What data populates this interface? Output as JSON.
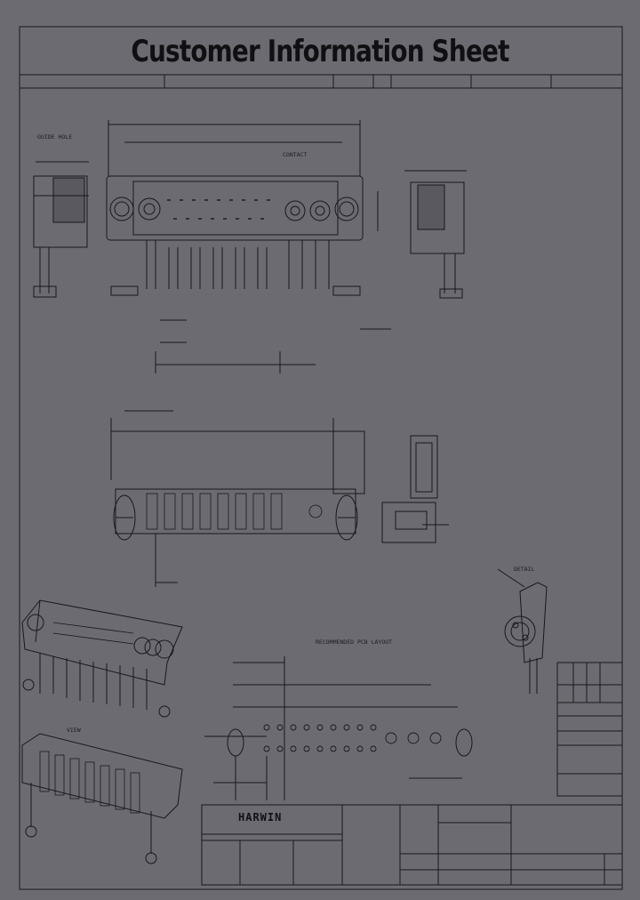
{
  "title": "Customer Information Sheet",
  "logo_text": "HARWIN",
  "notes": {
    "diagram_labels": {
      "side_view_label": "GUIDE HOLE",
      "contact_label": "CONTACT",
      "pcb_layout_label": "RECOMMENDED PCB LAYOUT",
      "detail_label": "DETAIL",
      "isometric_label": "VIEW"
    }
  },
  "colors": {
    "background": "#6c6b72",
    "ink": "#151518"
  }
}
